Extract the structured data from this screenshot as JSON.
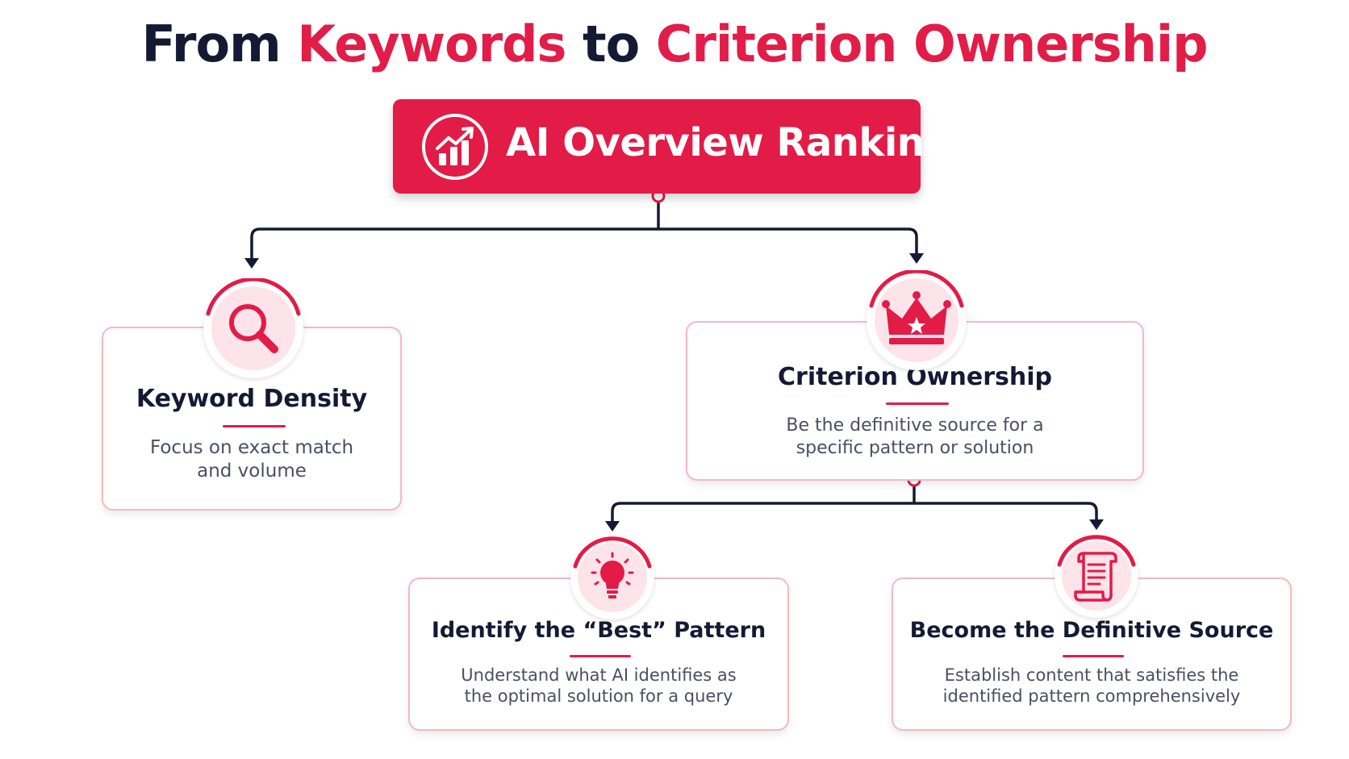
{
  "title": {
    "part1": "From ",
    "part2": "Keywords",
    "part3": " to ",
    "part4": "Criterion Ownership"
  },
  "root": {
    "label": "AI Overview Ranking",
    "icon": "bar-chart-trend-icon"
  },
  "nodes": {
    "keyword_density": {
      "title": "Keyword Density",
      "desc_line1": "Focus on exact match",
      "desc_line2": "and volume",
      "icon": "magnifier-icon"
    },
    "criterion_ownership": {
      "title": "Criterion Ownership",
      "desc_line1": "Be the definitive source for a",
      "desc_line2": "specific pattern or solution",
      "icon": "crown-icon"
    },
    "best_pattern": {
      "title": "Identify the “Best” Pattern",
      "desc_line1": "Understand what AI identifies as",
      "desc_line2": "the optimal solution for a query",
      "icon": "lightbulb-icon"
    },
    "definitive_source": {
      "title": "Become the Definitive Source",
      "desc_line1": "Establish content that satisfies the",
      "desc_line2": "identified pattern comprehensively",
      "icon": "scroll-document-icon"
    }
  },
  "colors": {
    "accent": "#e31b47",
    "dark": "#141a33",
    "card_border": "#f3b8c6",
    "badge_fill": "#fde4ea"
  }
}
